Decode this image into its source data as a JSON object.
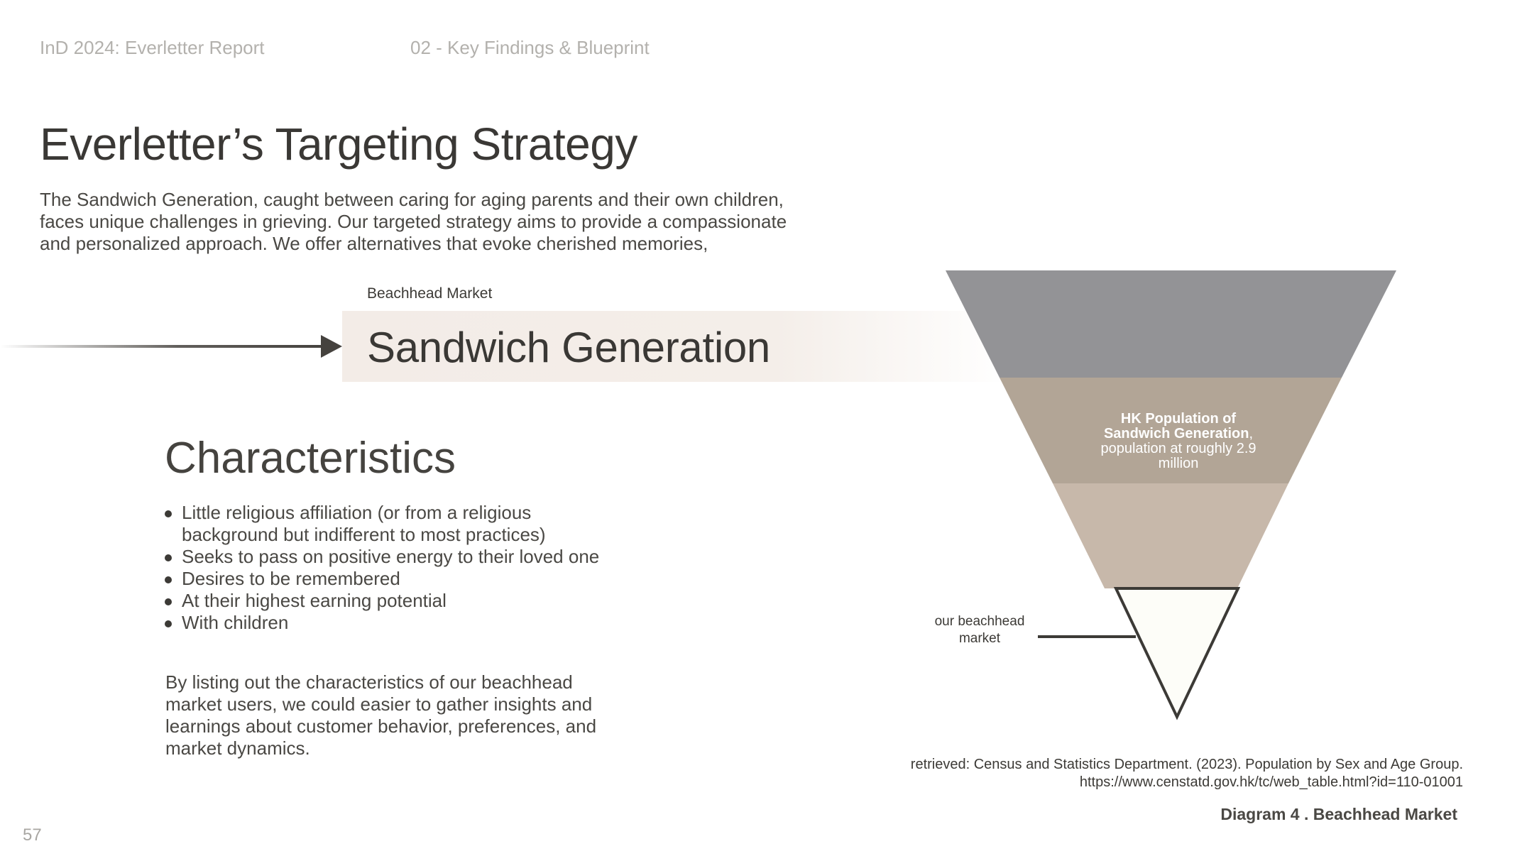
{
  "header": {
    "report": "InD 2024: Everletter Report",
    "section": "02 - Key Findings & Blueprint"
  },
  "title": "Everletter’s Targeting Strategy",
  "intro": "The Sandwich Generation, caught between caring for aging parents and their own children, faces unique challenges in grieving. Our targeted strategy aims to provide a compassionate and personalized approach. We offer alternatives that evoke cherished memories,",
  "beachhead": {
    "label": "Beachhead Market",
    "name": "Sandwich Generation"
  },
  "characteristics": {
    "title": "Characteristics",
    "items": [
      "Little religious affiliation (or from a religious background but indifferent to most practices)",
      "Seeks to pass on positive energy to their loved one",
      "Desires to be remembered",
      "At their highest earning potential",
      "With children"
    ],
    "summary": "By listing out the characteristics of our beachhead market users, we could easier to gather insights and learnings about customer behavior, preferences, and market dynamics."
  },
  "funnel": {
    "colors": [
      "#939396",
      "#b2a596",
      "#c7b8aa",
      "#fdfdf8"
    ],
    "layer2_bold": "HK Population of Sandwich Generation",
    "layer2_rest": ", population at roughly 2.9 million",
    "beachhead_label": "our beachhead market"
  },
  "source": {
    "line1": "retrieved: Census and Statistics Department. (2023). Population by Sex and Age Group.",
    "line2": "https://www.censtatd.gov.hk/tc/web_table.html?id=110-01001"
  },
  "caption": "Diagram 4 . Beachhead Market",
  "page_number": "57"
}
